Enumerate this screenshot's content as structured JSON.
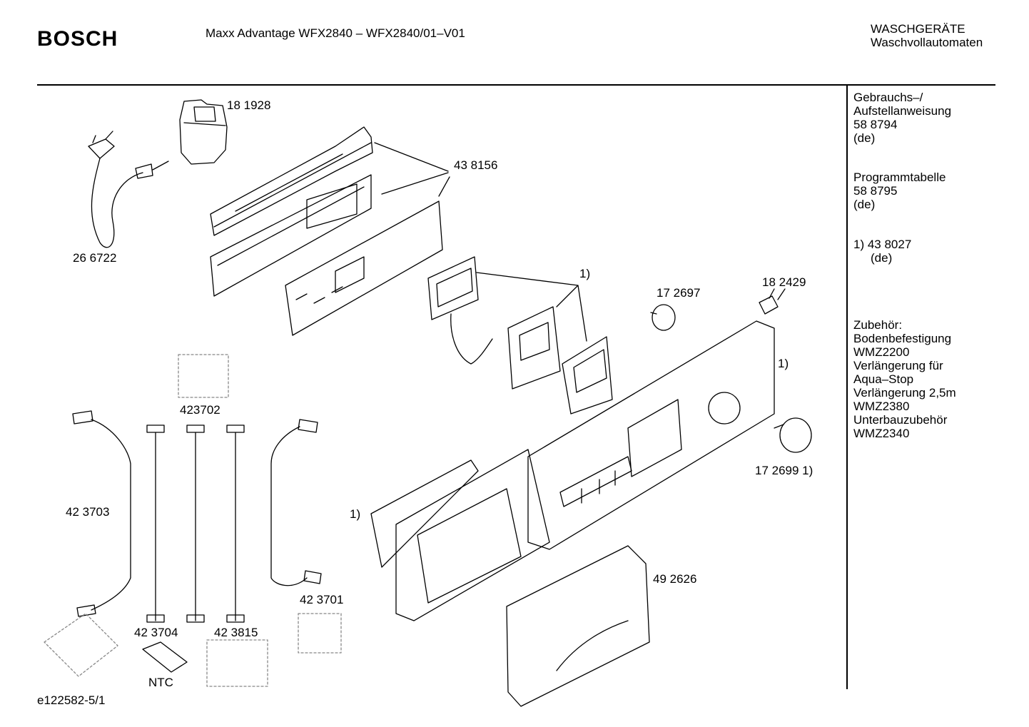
{
  "header": {
    "brand": "BOSCH",
    "model": "Maxx Advantage WFX2840 – WFX2840/01–V01",
    "category_line1": "WASCHGERÄTE",
    "category_line2": "Waschvollautomaten"
  },
  "sidebar": {
    "manual": [
      "Gebrauchs–/",
      "Aufstellanweisung",
      "58 8794",
      "(de)"
    ],
    "program_table": [
      "Programmtabelle",
      "58 8795",
      "(de)"
    ],
    "footnote": [
      "1)  43 8027",
      "(de)"
    ],
    "accessories": [
      "Zubehör:",
      "Bodenbefestigung",
      "WMZ2200",
      "Verlängerung für",
      "Aqua–Stop",
      "Verlängerung 2,5m",
      "WMZ2380",
      "Unterbauzubehör",
      "WMZ2340"
    ]
  },
  "parts": {
    "p181928": "18 1928",
    "p438156": "43 8156",
    "p266722": "26 6722",
    "fn_display": "1)",
    "p172697": "17 2697",
    "p182429": "18 2429",
    "fn_panel": "1)",
    "p423702": "423702",
    "p172699": "17 2699 1)",
    "p423703": "42 3703",
    "fn_tray": "1)",
    "p492626": "49 2626",
    "p423701": "42 3701",
    "p423704": "42 3704",
    "p423815": "42 3815",
    "ntc": "NTC"
  },
  "footer": {
    "doc_id": "e122582-5/1"
  }
}
